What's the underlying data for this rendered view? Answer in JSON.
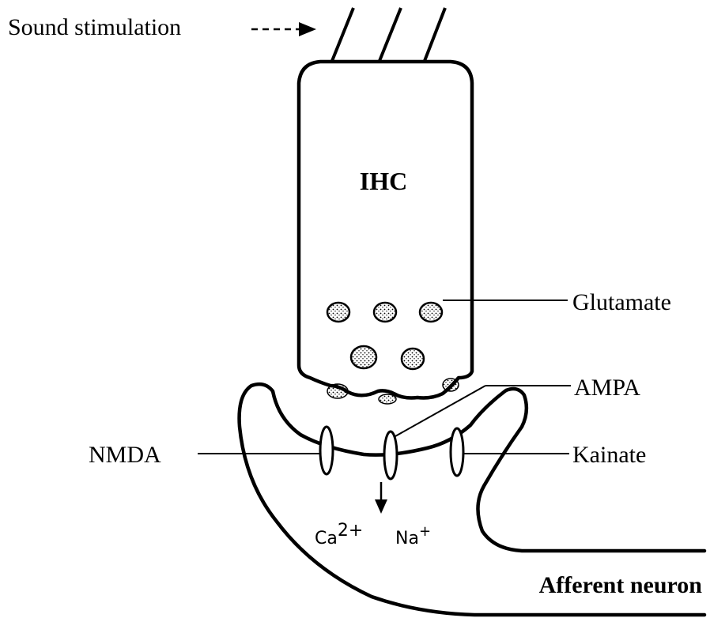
{
  "labels": {
    "sound": "Sound stimulation",
    "ihc": "IHC",
    "glutamate": "Glutamate",
    "ampa": "AMPA",
    "nmda": "NMDA",
    "kainate": "Kainate",
    "ca": "Ca",
    "ca_sup": "2+",
    "na": "Na",
    "na_sup": "+",
    "afferent": "Afferent neuron"
  }
}
